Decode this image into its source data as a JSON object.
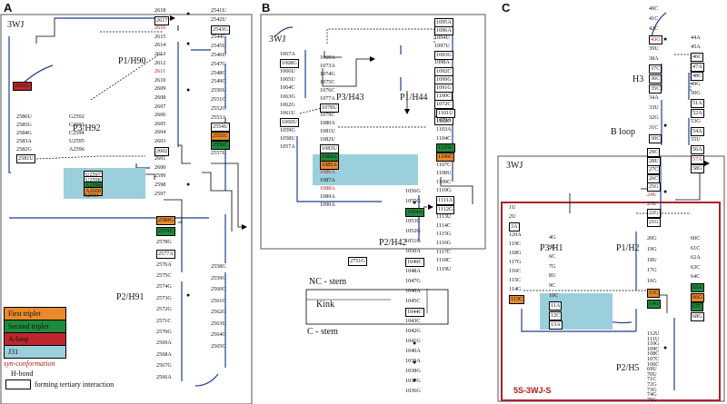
{
  "panels": {
    "a": {
      "letter": "A",
      "junction": "3WJ",
      "helix1": "P1/H90",
      "helix2": "P3/H92",
      "helix3": "P2/H91",
      "left_col": [
        "2618",
        "2617",
        "2616",
        "2615",
        "2614",
        "2613",
        "2612",
        "2611",
        "2610",
        "2609",
        "2608",
        "2607",
        "2606",
        "2605",
        "2604",
        "2603",
        "2602",
        "2601",
        "2600",
        "2599",
        "2598",
        "2597"
      ],
      "right_col": [
        "2541U",
        "2542U",
        "2543G",
        "2544G",
        "2545U",
        "2546U",
        "2547C",
        "2548C",
        "2549C",
        "2550U",
        "2551C",
        "2552C",
        "2553A",
        "2554U",
        "2555C",
        "2556C",
        "2557U"
      ],
      "p3_left": [
        "2586U",
        "2585G",
        "2584G",
        "2583A",
        "2582G",
        "2581U"
      ],
      "p3_right": [
        "G2592",
        "C2593",
        "C2594",
        "U2595",
        "A2596"
      ],
      "p3_red": [
        "2587U",
        "2588G",
        "2589U",
        "2590U",
        "2591U"
      ],
      "j31": [
        "U2597",
        "U2598",
        "A2599",
        "A2600",
        "A2601"
      ],
      "lower_left": [
        "2580G",
        "2579C",
        "2578G",
        "2577A",
        "2576A",
        "2575C",
        "2574G",
        "2573G",
        "2572G",
        "2571C",
        "2570G",
        "2569A",
        "2568A",
        "2567G",
        "2566A"
      ],
      "lower_right": [
        "2558G",
        "2559G",
        "2560C",
        "2561C",
        "2562G",
        "2563U",
        "2564G",
        "2565C"
      ]
    },
    "b": {
      "letter": "B",
      "junction": "3WJ",
      "helix1": "P1/H44",
      "helix2": "P3/H43",
      "helix3": "P2/H42",
      "top": [
        "1095A",
        "1096A",
        "1094U",
        "1097U",
        "1093G",
        "1098A",
        "1092C",
        "1099G",
        "1091G",
        "1100C",
        "1072C",
        "1071G",
        "1070A"
      ],
      "left": [
        "1067A",
        "1068G",
        "1066U",
        "1065U",
        "1064C",
        "1063G",
        "1062G",
        "1061U",
        "1060U",
        "1059G",
        "1058U",
        "1057A"
      ],
      "mid": [
        "1069A",
        "1073A",
        "1074G",
        "1075C",
        "1076C",
        "1077A",
        "1078U",
        "1079C",
        "1080A",
        "1081U",
        "1082U",
        "1083U",
        "1084A",
        "1085A",
        "1086A",
        "1087A",
        "1088A",
        "1089A",
        "1090A"
      ],
      "right_col": [
        "1101U",
        "1102C",
        "1103A",
        "1104C",
        "1105U",
        "1106C",
        "1107C",
        "1108U",
        "1109C",
        "1110G",
        "1111A",
        "1112G",
        "1113U",
        "1114C",
        "1115G",
        "1116G",
        "1117C",
        "1118C",
        "1119U"
      ],
      "lower_left": [
        "1056G",
        "1055G",
        "1054A",
        "1053C",
        "1052G",
        "1051G",
        "1050A",
        "1049C",
        "1048A",
        "1047G",
        "1046A",
        "1045C",
        "1044C",
        "1043C",
        "1042G",
        "1041G",
        "1040A",
        "1039A",
        "1038G",
        "1037G",
        "1036G"
      ],
      "extra": "2751G",
      "nc_stem": "NC - stem",
      "kink": "Kink",
      "c_stem": "C - stem"
    },
    "c": {
      "letter": "C",
      "junction": "3WJ",
      "name": "5S-3WJ-S",
      "helix1": "P1/H2",
      "helix2": "P3/H1",
      "helix3": "P2/H5",
      "helix4": "H3",
      "bloop": "B loop",
      "top": [
        "40C",
        "41C",
        "42C",
        "43G",
        "39U",
        "38A",
        "37C",
        "36C",
        "35C",
        "34A",
        "33U",
        "32G",
        "31C",
        "30C"
      ],
      "top_right": [
        "44A",
        "45A",
        "46C",
        "47A",
        "48C",
        "49G",
        "50G",
        "51A",
        "52A",
        "53G",
        "54A",
        "55U",
        "56A",
        "57A",
        "58G"
      ],
      "mid_left": [
        "29C",
        "28U",
        "27C",
        "26C",
        "25G",
        "24U",
        "23U",
        "22G",
        "21G"
      ],
      "left": [
        "1U",
        "2U",
        "3A",
        "120A",
        "119C",
        "118G",
        "117G",
        "116C",
        "115C",
        "114G",
        "113C"
      ],
      "left2": [
        "4G",
        "5C",
        "6C",
        "7G",
        "8U",
        "9C",
        "10C",
        "11A",
        "12C",
        "13A"
      ],
      "p1": [
        "20G",
        "19G",
        "18U",
        "17G",
        "16G",
        "15C",
        "14G"
      ],
      "p1_right": [
        "60C",
        "61C",
        "62A",
        "63C",
        "64C",
        "65A",
        "66G",
        "67C",
        "68G"
      ],
      "lower": [
        "112U",
        "111U",
        "110G",
        "109C",
        "108C",
        "107C",
        "106C",
        "69U",
        "70U",
        "71C",
        "72G",
        "73G",
        "74G",
        "75G"
      ]
    }
  },
  "legend": {
    "first": "First triplet",
    "second": "Second triplet",
    "aloop": "A-loop",
    "j31": "J31",
    "syn": "syn-conformation",
    "hbond": "H-bond",
    "tert": "forming tertiary interaction"
  },
  "colors": {
    "orange": "#e8892c",
    "green": "#1e8b3c",
    "darkred": "#c0262c",
    "j31": "#9ccfdc",
    "syn": "#c0262c",
    "frame": "#a8232a"
  }
}
